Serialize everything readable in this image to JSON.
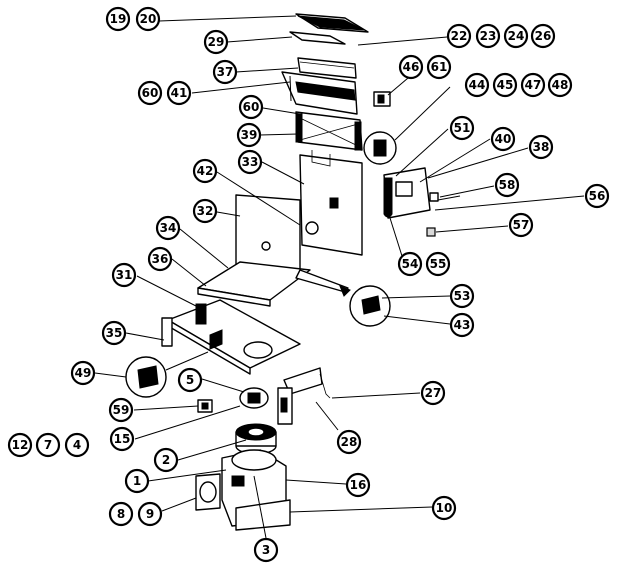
{
  "diagram": {
    "callouts": [
      {
        "id": "c19",
        "label": "19"
      },
      {
        "id": "c20",
        "label": "20"
      },
      {
        "id": "c22",
        "label": "22"
      },
      {
        "id": "c23",
        "label": "23"
      },
      {
        "id": "c24",
        "label": "24"
      },
      {
        "id": "c26",
        "label": "26"
      },
      {
        "id": "c29",
        "label": "29"
      },
      {
        "id": "c37",
        "label": "37"
      },
      {
        "id": "c46",
        "label": "46"
      },
      {
        "id": "c61",
        "label": "61"
      },
      {
        "id": "c60a",
        "label": "60"
      },
      {
        "id": "c41",
        "label": "41"
      },
      {
        "id": "c44",
        "label": "44"
      },
      {
        "id": "c45",
        "label": "45"
      },
      {
        "id": "c47",
        "label": "47"
      },
      {
        "id": "c48",
        "label": "48"
      },
      {
        "id": "c60b",
        "label": "60"
      },
      {
        "id": "c39",
        "label": "39"
      },
      {
        "id": "c51",
        "label": "51"
      },
      {
        "id": "c40",
        "label": "40"
      },
      {
        "id": "c38",
        "label": "38"
      },
      {
        "id": "c33",
        "label": "33"
      },
      {
        "id": "c42",
        "label": "42"
      },
      {
        "id": "c58",
        "label": "58"
      },
      {
        "id": "c56",
        "label": "56"
      },
      {
        "id": "c57",
        "label": "57"
      },
      {
        "id": "c32",
        "label": "32"
      },
      {
        "id": "c54",
        "label": "54"
      },
      {
        "id": "c55",
        "label": "55"
      },
      {
        "id": "c34",
        "label": "34"
      },
      {
        "id": "c36",
        "label": "36"
      },
      {
        "id": "c31",
        "label": "31"
      },
      {
        "id": "c53",
        "label": "53"
      },
      {
        "id": "c43",
        "label": "43"
      },
      {
        "id": "c35",
        "label": "35"
      },
      {
        "id": "c49",
        "label": "49"
      },
      {
        "id": "c5",
        "label": "5"
      },
      {
        "id": "c27",
        "label": "27"
      },
      {
        "id": "c59",
        "label": "59"
      },
      {
        "id": "c12",
        "label": "12"
      },
      {
        "id": "c7",
        "label": "7"
      },
      {
        "id": "c4",
        "label": "4"
      },
      {
        "id": "c15",
        "label": "15"
      },
      {
        "id": "c28",
        "label": "28"
      },
      {
        "id": "c2",
        "label": "2"
      },
      {
        "id": "c1",
        "label": "1"
      },
      {
        "id": "c16",
        "label": "16"
      },
      {
        "id": "c8",
        "label": "8"
      },
      {
        "id": "c9",
        "label": "9"
      },
      {
        "id": "c10",
        "label": "10"
      },
      {
        "id": "c3",
        "label": "3"
      }
    ]
  }
}
